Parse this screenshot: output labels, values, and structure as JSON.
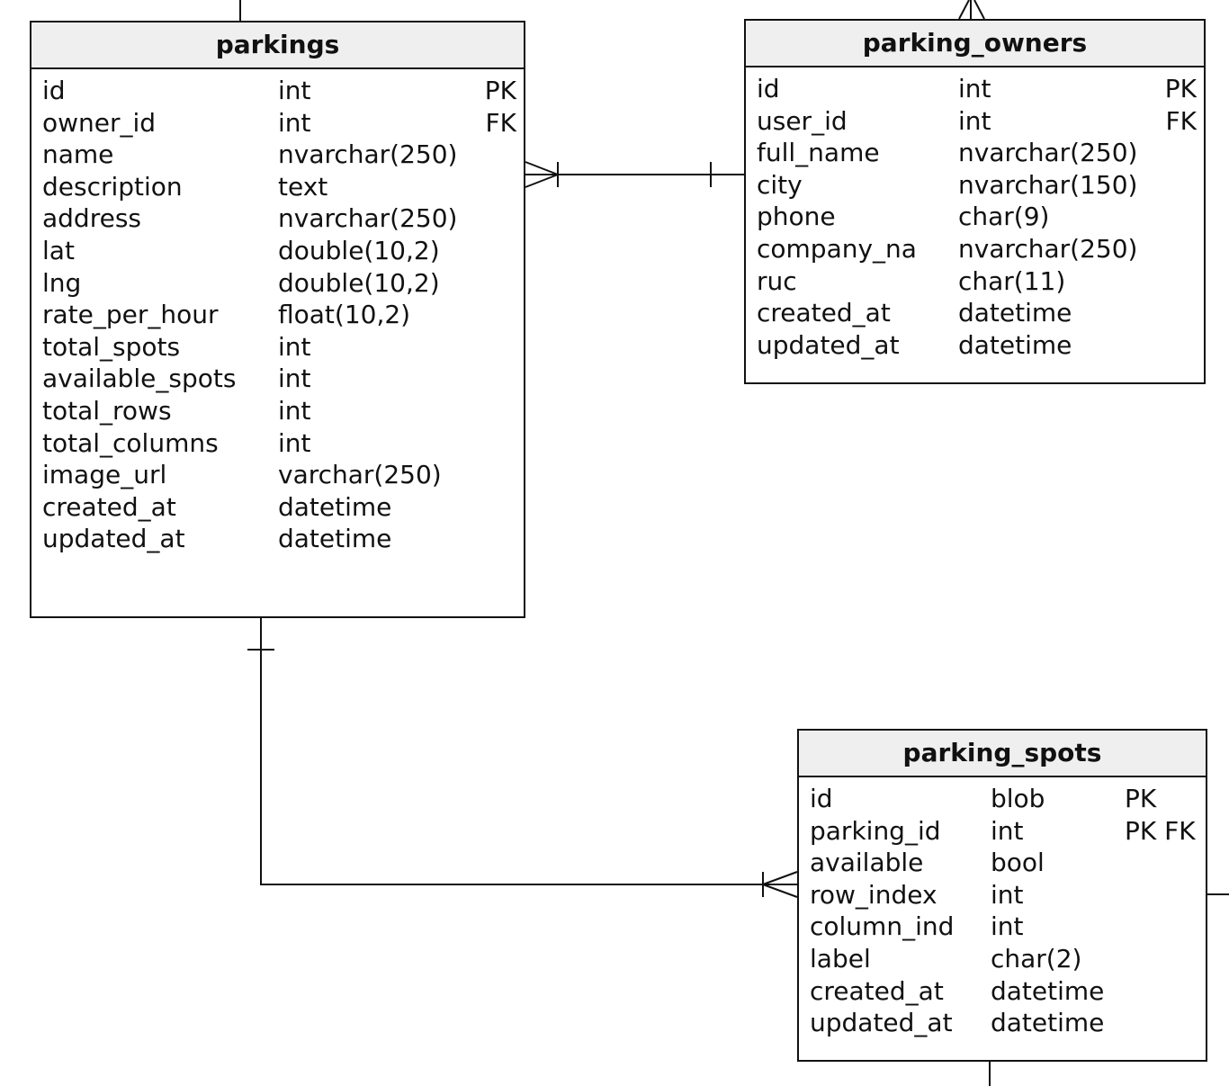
{
  "entities": {
    "parkings": {
      "title": "parkings",
      "columns": [
        {
          "name": "id",
          "type": "int",
          "key": "PK"
        },
        {
          "name": "owner_id",
          "type": "int",
          "key": "FK"
        },
        {
          "name": "name",
          "type": "nvarchar(250)",
          "key": ""
        },
        {
          "name": "description",
          "type": "text",
          "key": ""
        },
        {
          "name": "address",
          "type": "nvarchar(250)",
          "key": ""
        },
        {
          "name": "lat",
          "type": "double(10,2)",
          "key": ""
        },
        {
          "name": "lng",
          "type": "double(10,2)",
          "key": ""
        },
        {
          "name": "rate_per_hour",
          "type": "float(10,2)",
          "key": ""
        },
        {
          "name": "total_spots",
          "type": "int",
          "key": ""
        },
        {
          "name": "available_spots",
          "type": "int",
          "key": ""
        },
        {
          "name": "total_rows",
          "type": "int",
          "key": ""
        },
        {
          "name": "total_columns",
          "type": "int",
          "key": ""
        },
        {
          "name": "image_url",
          "type": "varchar(250)",
          "key": ""
        },
        {
          "name": "created_at",
          "type": "datetime",
          "key": ""
        },
        {
          "name": "updated_at",
          "type": "datetime",
          "key": ""
        }
      ]
    },
    "parking_owners": {
      "title": "parking_owners",
      "columns": [
        {
          "name": "id",
          "type": "int",
          "key": "PK"
        },
        {
          "name": "user_id",
          "type": "int",
          "key": "FK"
        },
        {
          "name": "full_name",
          "type": "nvarchar(250)",
          "key": ""
        },
        {
          "name": "city",
          "type": "nvarchar(150)",
          "key": ""
        },
        {
          "name": "phone",
          "type": "char(9)",
          "key": ""
        },
        {
          "name": "company_na",
          "type": "nvarchar(250)",
          "key": ""
        },
        {
          "name": "ruc",
          "type": "char(11)",
          "key": ""
        },
        {
          "name": "created_at",
          "type": "datetime",
          "key": ""
        },
        {
          "name": "updated_at",
          "type": "datetime",
          "key": ""
        }
      ]
    },
    "parking_spots": {
      "title": "parking_spots",
      "columns": [
        {
          "name": "id",
          "type": "blob",
          "key": "PK"
        },
        {
          "name": "parking_id",
          "type": "int",
          "key": "PK FK"
        },
        {
          "name": "available",
          "type": "bool",
          "key": ""
        },
        {
          "name": "row_index",
          "type": "int",
          "key": ""
        },
        {
          "name": "column_ind",
          "type": "int",
          "key": ""
        },
        {
          "name": "label",
          "type": "char(2)",
          "key": ""
        },
        {
          "name": "created_at",
          "type": "datetime",
          "key": ""
        },
        {
          "name": "updated_at",
          "type": "datetime",
          "key": ""
        }
      ]
    }
  },
  "relationships": [
    {
      "from": "parkings",
      "to": "parking_owners",
      "from_cardinality": "many",
      "to_cardinality": "one"
    },
    {
      "from": "parkings",
      "to": "parking_spots",
      "from_cardinality": "one",
      "to_cardinality": "many"
    }
  ]
}
